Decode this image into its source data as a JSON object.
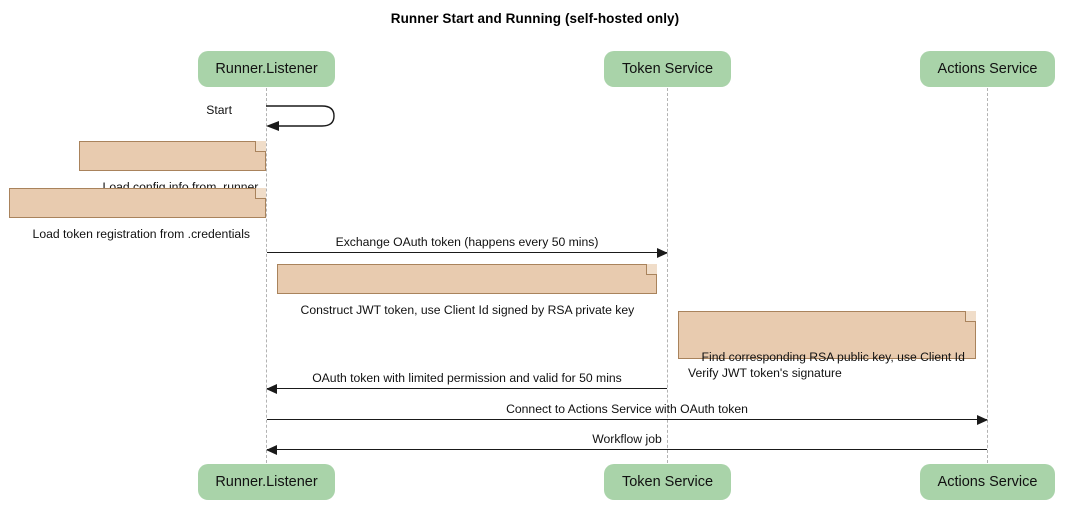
{
  "diagram": {
    "title": "Runner Start and Running (self-hosted only)",
    "type": "sequence-diagram",
    "colors": {
      "participant_fill": "#a9d3a9",
      "note_fill": "#e8cbaf",
      "note_border": "#a9835c",
      "lifeline": "#b3b3b3",
      "line": "#1a1a1a",
      "background": "#ffffff"
    }
  },
  "participants": [
    {
      "id": "runner",
      "label": "Runner.Listener"
    },
    {
      "id": "token",
      "label": "Token Service"
    },
    {
      "id": "actions",
      "label": "Actions Service"
    }
  ],
  "participants_bottom": [
    {
      "id": "runner",
      "label": "Runner.Listener"
    },
    {
      "id": "token",
      "label": "Token Service"
    },
    {
      "id": "actions",
      "label": "Actions Service"
    }
  ],
  "self_messages": [
    {
      "id": "start",
      "label": "Start",
      "from": "runner",
      "to": "runner"
    }
  ],
  "notes": [
    {
      "id": "note-load-config",
      "text": "Load config info from .runner",
      "over": "runner",
      "align": "left-of-lifeline"
    },
    {
      "id": "note-load-token",
      "text": "Load token registration from .credentials",
      "over": "runner",
      "align": "left-of-lifeline"
    },
    {
      "id": "note-construct-jwt",
      "text": "Construct JWT token, use Client Id signed by RSA private key",
      "over": "runner",
      "align": "right-of-lifeline"
    },
    {
      "id": "note-verify-jwt",
      "text": "Find corresponding RSA public key, use Client Id\nVerify JWT token's signature",
      "over": "token",
      "align": "right-of-lifeline"
    }
  ],
  "messages": [
    {
      "id": "msg-exchange-oauth",
      "label": "Exchange OAuth token (happens every 50 mins)",
      "from": "runner",
      "to": "token",
      "direction": "right",
      "style": "solid"
    },
    {
      "id": "msg-oauth-token-return",
      "label": "OAuth token with limited permission and valid for 50 mins",
      "from": "token",
      "to": "runner",
      "direction": "left",
      "style": "solid"
    },
    {
      "id": "msg-connect-actions",
      "label": "Connect to Actions Service with OAuth token",
      "from": "runner",
      "to": "actions",
      "direction": "right",
      "style": "solid"
    },
    {
      "id": "msg-workflow-job",
      "label": "Workflow job",
      "from": "actions",
      "to": "runner",
      "direction": "left",
      "style": "solid"
    }
  ]
}
